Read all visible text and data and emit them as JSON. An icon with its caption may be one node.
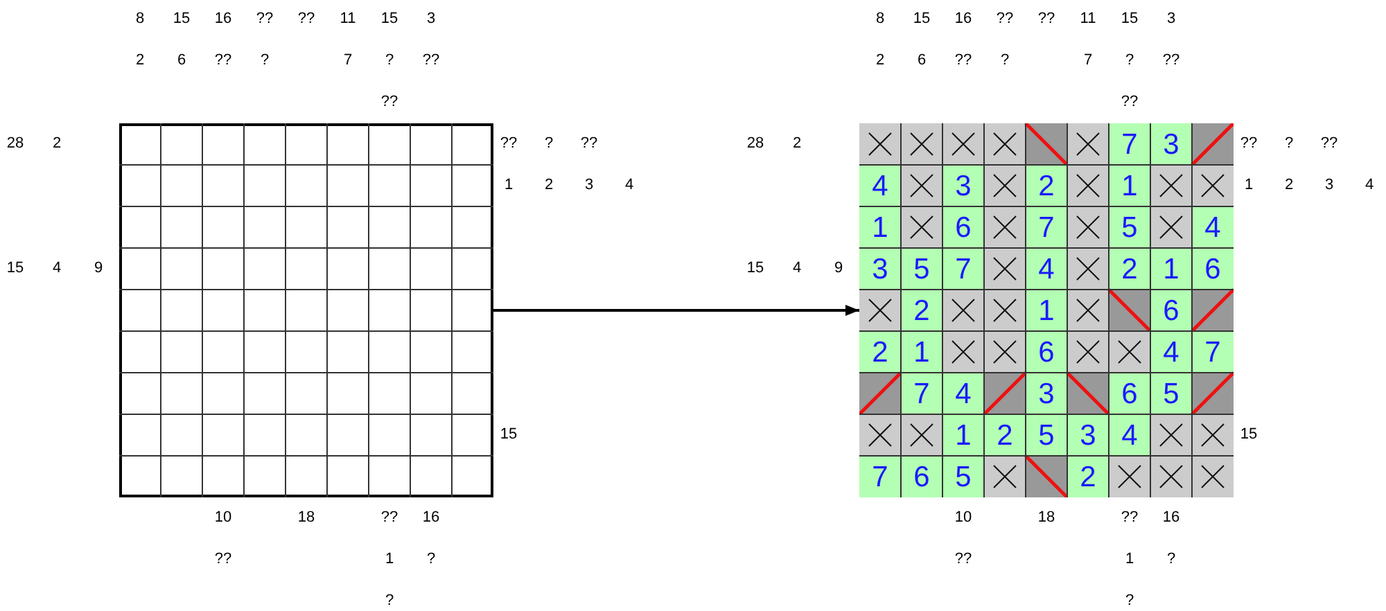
{
  "diagram": {
    "nodes": [
      {
        "text": [],
        "shape": "grid"
      },
      {
        "text": [],
        "shape": "grid"
      }
    ],
    "edges": [
      {
        "from": 0,
        "to": 1,
        "arrow": "to"
      }
    ],
    "labels": [
      "8",
      "15",
      "16",
      "??",
      "??",
      "11",
      "15",
      "3",
      "2",
      "6",
      "??",
      "?",
      "7",
      "?",
      "??",
      "??",
      "28",
      "2",
      "??",
      "?",
      "??",
      "1",
      "2",
      "3",
      "4",
      "15",
      "4",
      "9",
      "15",
      "10",
      "18",
      "??",
      "16",
      "??",
      "1",
      "?",
      "?",
      "8",
      "15",
      "16",
      "??",
      "??",
      "11",
      "15",
      "3",
      "2",
      "6",
      "??",
      "?",
      "7",
      "?",
      "??",
      "??",
      "28",
      "2",
      "??",
      "?",
      "??",
      "1",
      "2",
      "3",
      "4",
      "15",
      "4",
      "9",
      "15",
      "10",
      "18",
      "??",
      "16",
      "??",
      "1",
      "?",
      "?",
      "7",
      "3",
      "4",
      "3",
      "2",
      "1",
      "1",
      "6",
      "7",
      "5",
      "4",
      "3",
      "5",
      "7",
      "4",
      "2",
      "1",
      "6",
      "2",
      "1",
      "6",
      "2",
      "1",
      "6",
      "4",
      "7",
      "7",
      "4",
      "3",
      "6",
      "5",
      "1",
      "2",
      "5",
      "3",
      "4",
      "7",
      "6",
      "5",
      "2"
    ]
  }
}
